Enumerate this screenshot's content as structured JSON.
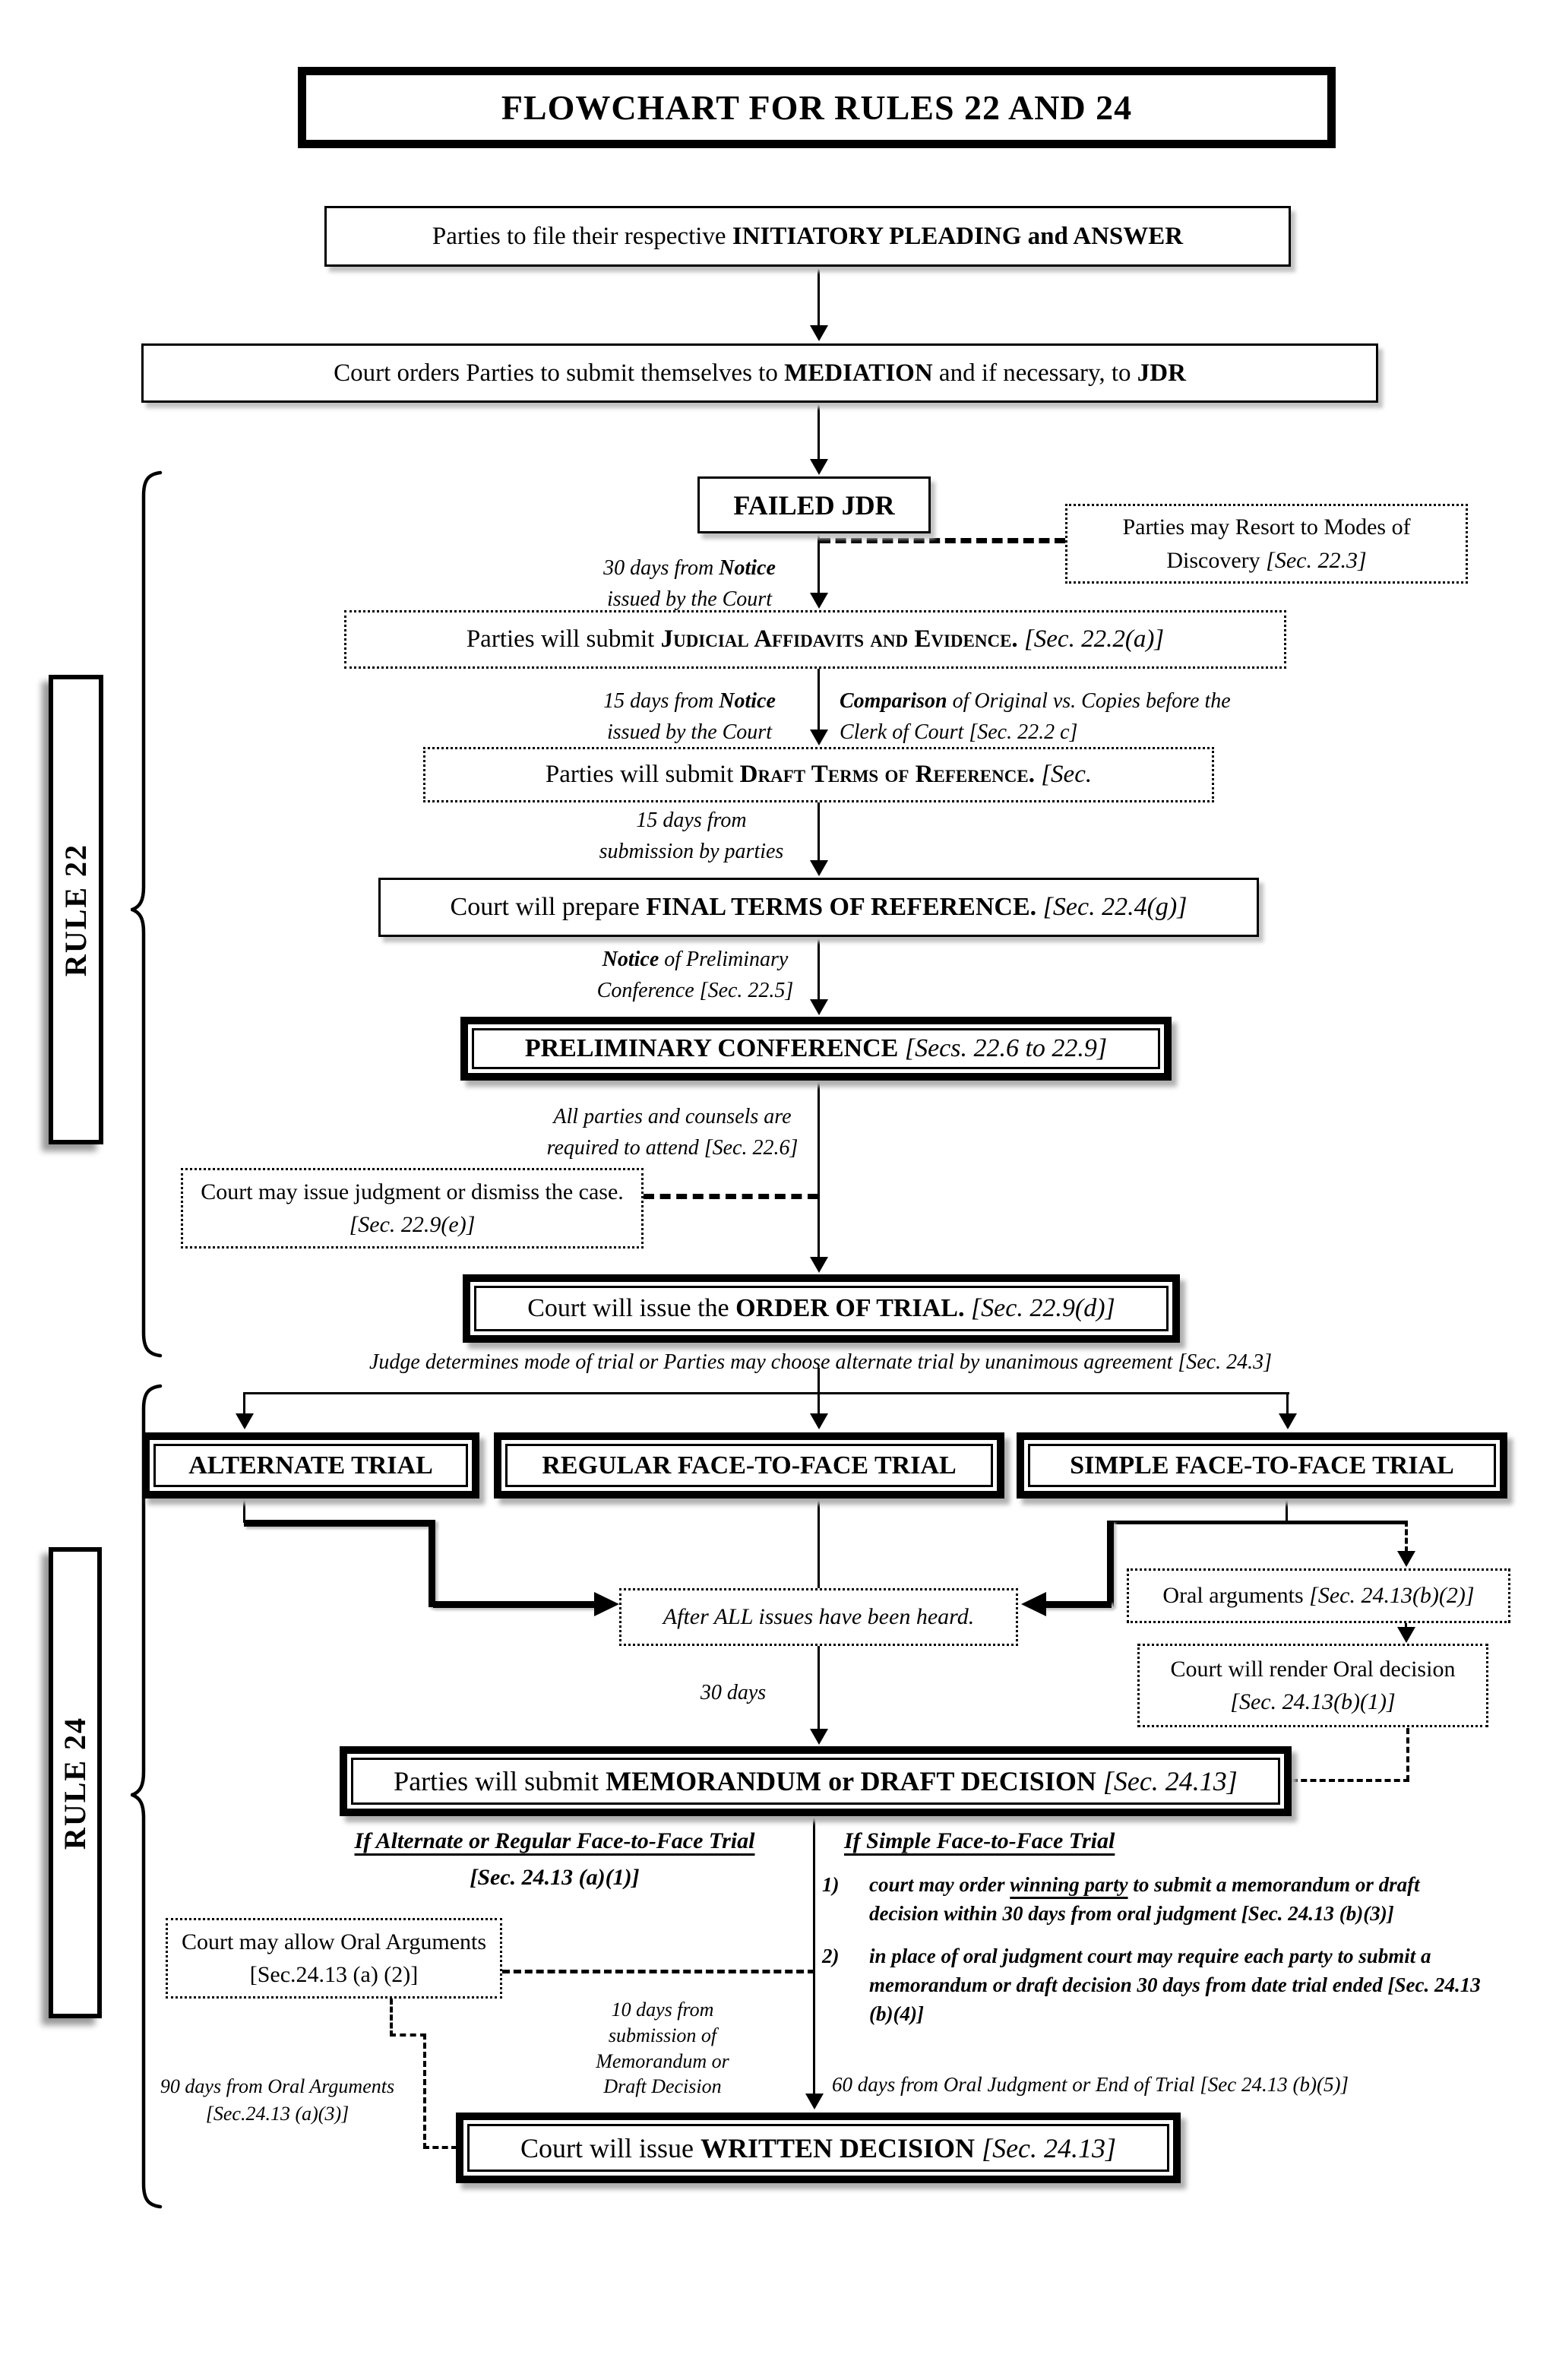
{
  "title": "FLOWCHART FOR RULES 22 AND 24",
  "rules": {
    "r22": "RULE 22",
    "r24": "RULE 24"
  },
  "boxes": {
    "initiatory": {
      "pre": "Parties to file their respective ",
      "bold": "INITIATORY PLEADING and ANSWER"
    },
    "mediation": {
      "pre": "Court orders Parties to submit themselves to ",
      "bold1": "MEDIATION",
      "mid": " and if necessary, to ",
      "bold2": "JDR"
    },
    "failed_jdr": {
      "bold": "FAILED JDR"
    },
    "discovery": {
      "text": "Parties may Resort to Modes of Discovery ",
      "cite": "[Sec. 22.3]"
    },
    "judicial": {
      "pre": "Parties will submit ",
      "caps": "Judicial Affidavits and Evidence.",
      "cite": " [Sec. 22.2(a)]"
    },
    "draft_terms": {
      "pre": "Parties will submit ",
      "caps": "Draft Terms of Reference.",
      "cite": " [Sec."
    },
    "final_terms": {
      "pre": "Court will prepare ",
      "bold": "FINAL TERMS OF REFERENCE.",
      "cite": " [Sec. 22.4(g)]"
    },
    "prelim": {
      "bold": "PRELIMINARY CONFERENCE",
      "cite": " [Secs. 22.6 to 22.9]"
    },
    "judgment": {
      "text": "Court may issue judgment or dismiss the case. ",
      "cite": "[Sec. 22.9(e)]"
    },
    "order_trial": {
      "pre": "Court will issue the ",
      "bold": "ORDER OF TRIAL.",
      "cite": " [Sec. 22.9(d)]"
    },
    "alternate": {
      "bold": "ALTERNATE TRIAL"
    },
    "regular": {
      "bold": "REGULAR FACE-TO-FACE TRIAL"
    },
    "simple": {
      "bold": "SIMPLE FACE-TO-FACE TRIAL"
    },
    "after_all": {
      "text": "After ALL issues have been heard."
    },
    "oral_args": {
      "text": "Oral arguments ",
      "cite": "[Sec. 24.13(b)(2)]"
    },
    "render_oral": {
      "text": "Court will render Oral decision ",
      "cite": "[Sec. 24.13(b)(1)]"
    },
    "memo": {
      "pre": "Parties will submit ",
      "bold": "MEMORANDUM or DRAFT DECISION",
      "cite": " [Sec. 24.13]"
    },
    "oral_allow": {
      "text": "Court may allow Oral Arguments ",
      "cite": "[Sec.24.13 (a) (2)]"
    },
    "written": {
      "pre": "Court will issue ",
      "bold": "WRITTEN DECISION",
      "cite": " [Sec. 24.13]"
    }
  },
  "labels": {
    "d30_notice": {
      "a": "30 days from ",
      "b": "Notice",
      "c": "issued by the Court"
    },
    "d15_notice": {
      "a": "15 days from ",
      "b": "Notice",
      "c": "issued by the Court"
    },
    "comparison": {
      "b": "Comparison",
      "rest": " of Original vs. Copies before the Clerk of Court [Sec. 22.2 c]"
    },
    "d15_submit": {
      "a": "15 days from",
      "b": "submission by parties"
    },
    "notice_prelim": {
      "a": "Notice",
      "b": " of Preliminary",
      "c": "Conference [Sec. 22.5]"
    },
    "attend": {
      "a": "All parties and counsels are",
      "b": "required to attend [Sec. 22.6]"
    },
    "judge_mode": "Judge determines mode of trial or Parties may choose alternate trial by unanimous agreement [Sec. 24.3]",
    "d30": "30 days",
    "head_left1": "If Alternate or Regular Face-to-Face Trial",
    "head_left2": "[Sec. 24.13 (a)(1)]",
    "head_right": "If Simple Face-to-Face Trial",
    "item1_num": "1)",
    "item1a": "court may order ",
    "item1b": "winning party",
    "item1c": " to submit a memorandum or draft decision within 30 days from oral judgment [Sec. 24.13 (b)(3)]",
    "item2_num": "2)",
    "item2": "in place of oral judgment court may require each party to submit a memorandum or draft decision 30 days from date trial ended [Sec. 24.13 (b)(4)]",
    "d10": {
      "l1": "10 days from",
      "l2": "submission of",
      "l3": "Memorandum or",
      "l4": "Draft Decision"
    },
    "d90": {
      "l1": "90 days from Oral Arguments",
      "l2": "[Sec.24.13 (a)(3)]"
    },
    "d60": "60 days from Oral Judgment or End of Trial [Sec 24.13 (b)(5)]"
  }
}
